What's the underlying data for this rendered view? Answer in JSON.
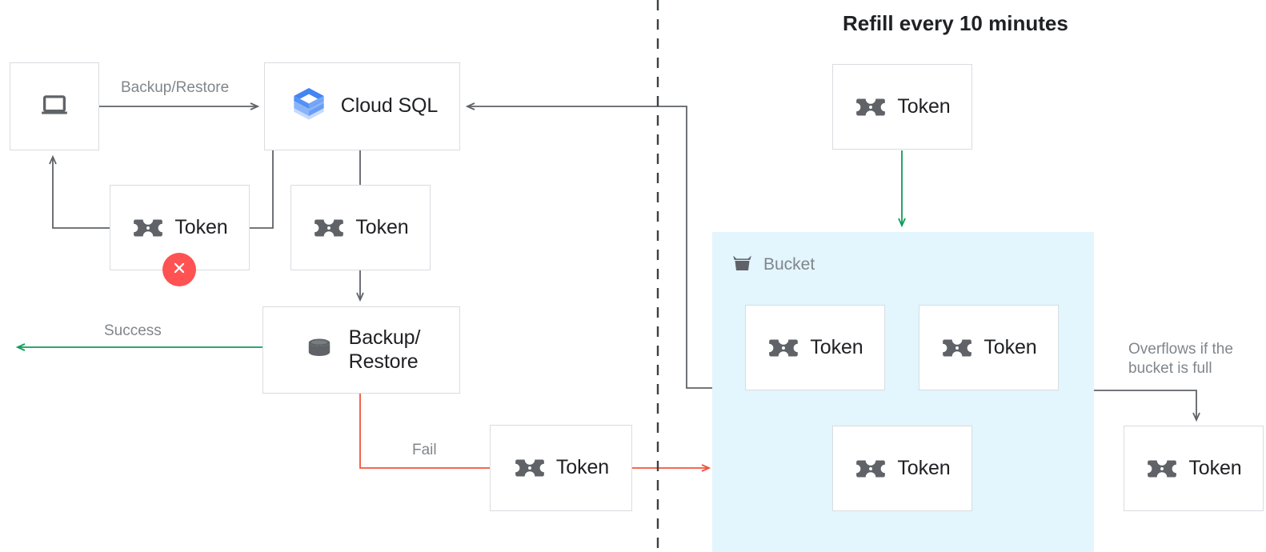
{
  "title": "Refill every 10 minutes",
  "colors": {
    "arrow_gray": "#5f6368",
    "arrow_green": "#0f9d58",
    "arrow_red": "#f4523b",
    "box_border": "#dadce0",
    "bucket_fill": "#e3f5fd",
    "icon_gray": "#5f6368",
    "fail_red": "#ff5252",
    "label_gray": "#80868b",
    "cloudsql_blue_dark": "#4285f4",
    "cloudsql_blue_mid": "#8ab4f8",
    "cloudsql_blue_light": "#c6dafc"
  },
  "nodes": {
    "client": {
      "label": "",
      "icon": "laptop-icon"
    },
    "cloud_sql": {
      "label": "Cloud SQL",
      "icon": "cloud-sql-icon"
    },
    "token_failed": {
      "label": "Token",
      "icon": "token-icon",
      "badge": "x-mark"
    },
    "token_consumed": {
      "label": "Token",
      "icon": "token-icon"
    },
    "backup_restore": {
      "label": "Backup/\nRestore",
      "icon": "database-icon"
    },
    "token_fail_return": {
      "label": "Token",
      "icon": "token-icon"
    },
    "token_refill": {
      "label": "Token",
      "icon": "token-icon"
    },
    "bucket": {
      "label": "Bucket",
      "icon": "bucket-icon"
    },
    "bucket_token_1": {
      "label": "Token",
      "icon": "token-icon"
    },
    "bucket_token_2": {
      "label": "Token",
      "icon": "token-icon"
    },
    "bucket_token_3": {
      "label": "Token",
      "icon": "token-icon"
    },
    "token_overflow": {
      "label": "Token",
      "icon": "token-icon"
    }
  },
  "edge_labels": {
    "backup_restore": "Backup/Restore",
    "success": "Success",
    "fail": "Fail",
    "overflow": "Overflows if the\nbucket is full"
  }
}
